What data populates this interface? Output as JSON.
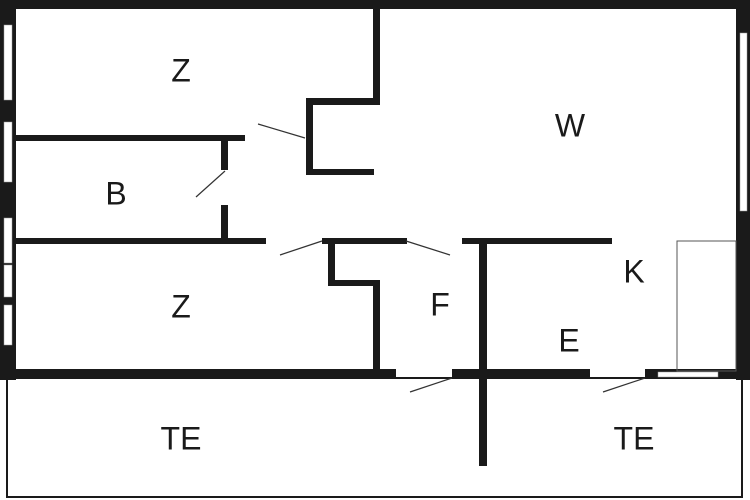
{
  "rooms": [
    {
      "id": "room-z-top",
      "label": "Z"
    },
    {
      "id": "room-w",
      "label": "W"
    },
    {
      "id": "room-b",
      "label": "B"
    },
    {
      "id": "room-z-bottom",
      "label": "Z"
    },
    {
      "id": "room-f",
      "label": "F"
    },
    {
      "id": "room-k",
      "label": "K"
    },
    {
      "id": "room-e",
      "label": "E"
    },
    {
      "id": "room-te-left",
      "label": "TE"
    },
    {
      "id": "room-te-right",
      "label": "TE"
    }
  ],
  "colors": {
    "wall": "#1a1a1a",
    "background": "#ffffff"
  }
}
